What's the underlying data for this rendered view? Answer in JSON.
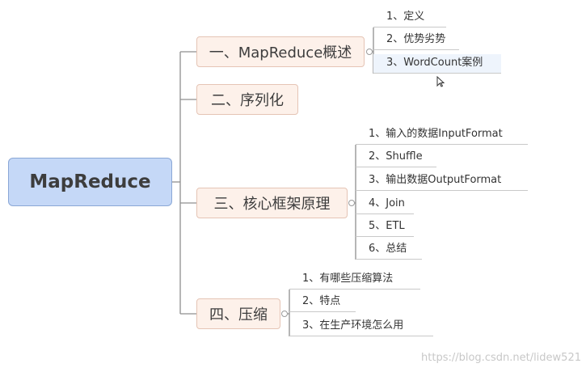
{
  "root": {
    "label": "MapReduce"
  },
  "branches": [
    {
      "label": "一、MapReduce概述",
      "leaves": [
        "1、定义",
        "2、优势劣势",
        "3、WordCount案例"
      ]
    },
    {
      "label": "二、序列化",
      "leaves": []
    },
    {
      "label": "三、核心框架原理",
      "leaves": [
        "1、输入的数据InputFormat",
        "2、Shuffle",
        "3、输出数据OutputFormat",
        "4、Join",
        "5、ETL",
        "6、总结"
      ]
    },
    {
      "label": "四、压缩",
      "leaves": [
        "1、有哪些压缩算法",
        "2、特点",
        "3、在生产环境怎么用"
      ]
    }
  ],
  "selected_leaf": "3、WordCount案例",
  "watermark": "https://blog.csdn.net/lidew521",
  "colors": {
    "root_fill": "#c5d8f7",
    "branch_fill": "#fdf1ea",
    "connector": "#8f8f8f",
    "watermark": "#c8c8c8"
  }
}
